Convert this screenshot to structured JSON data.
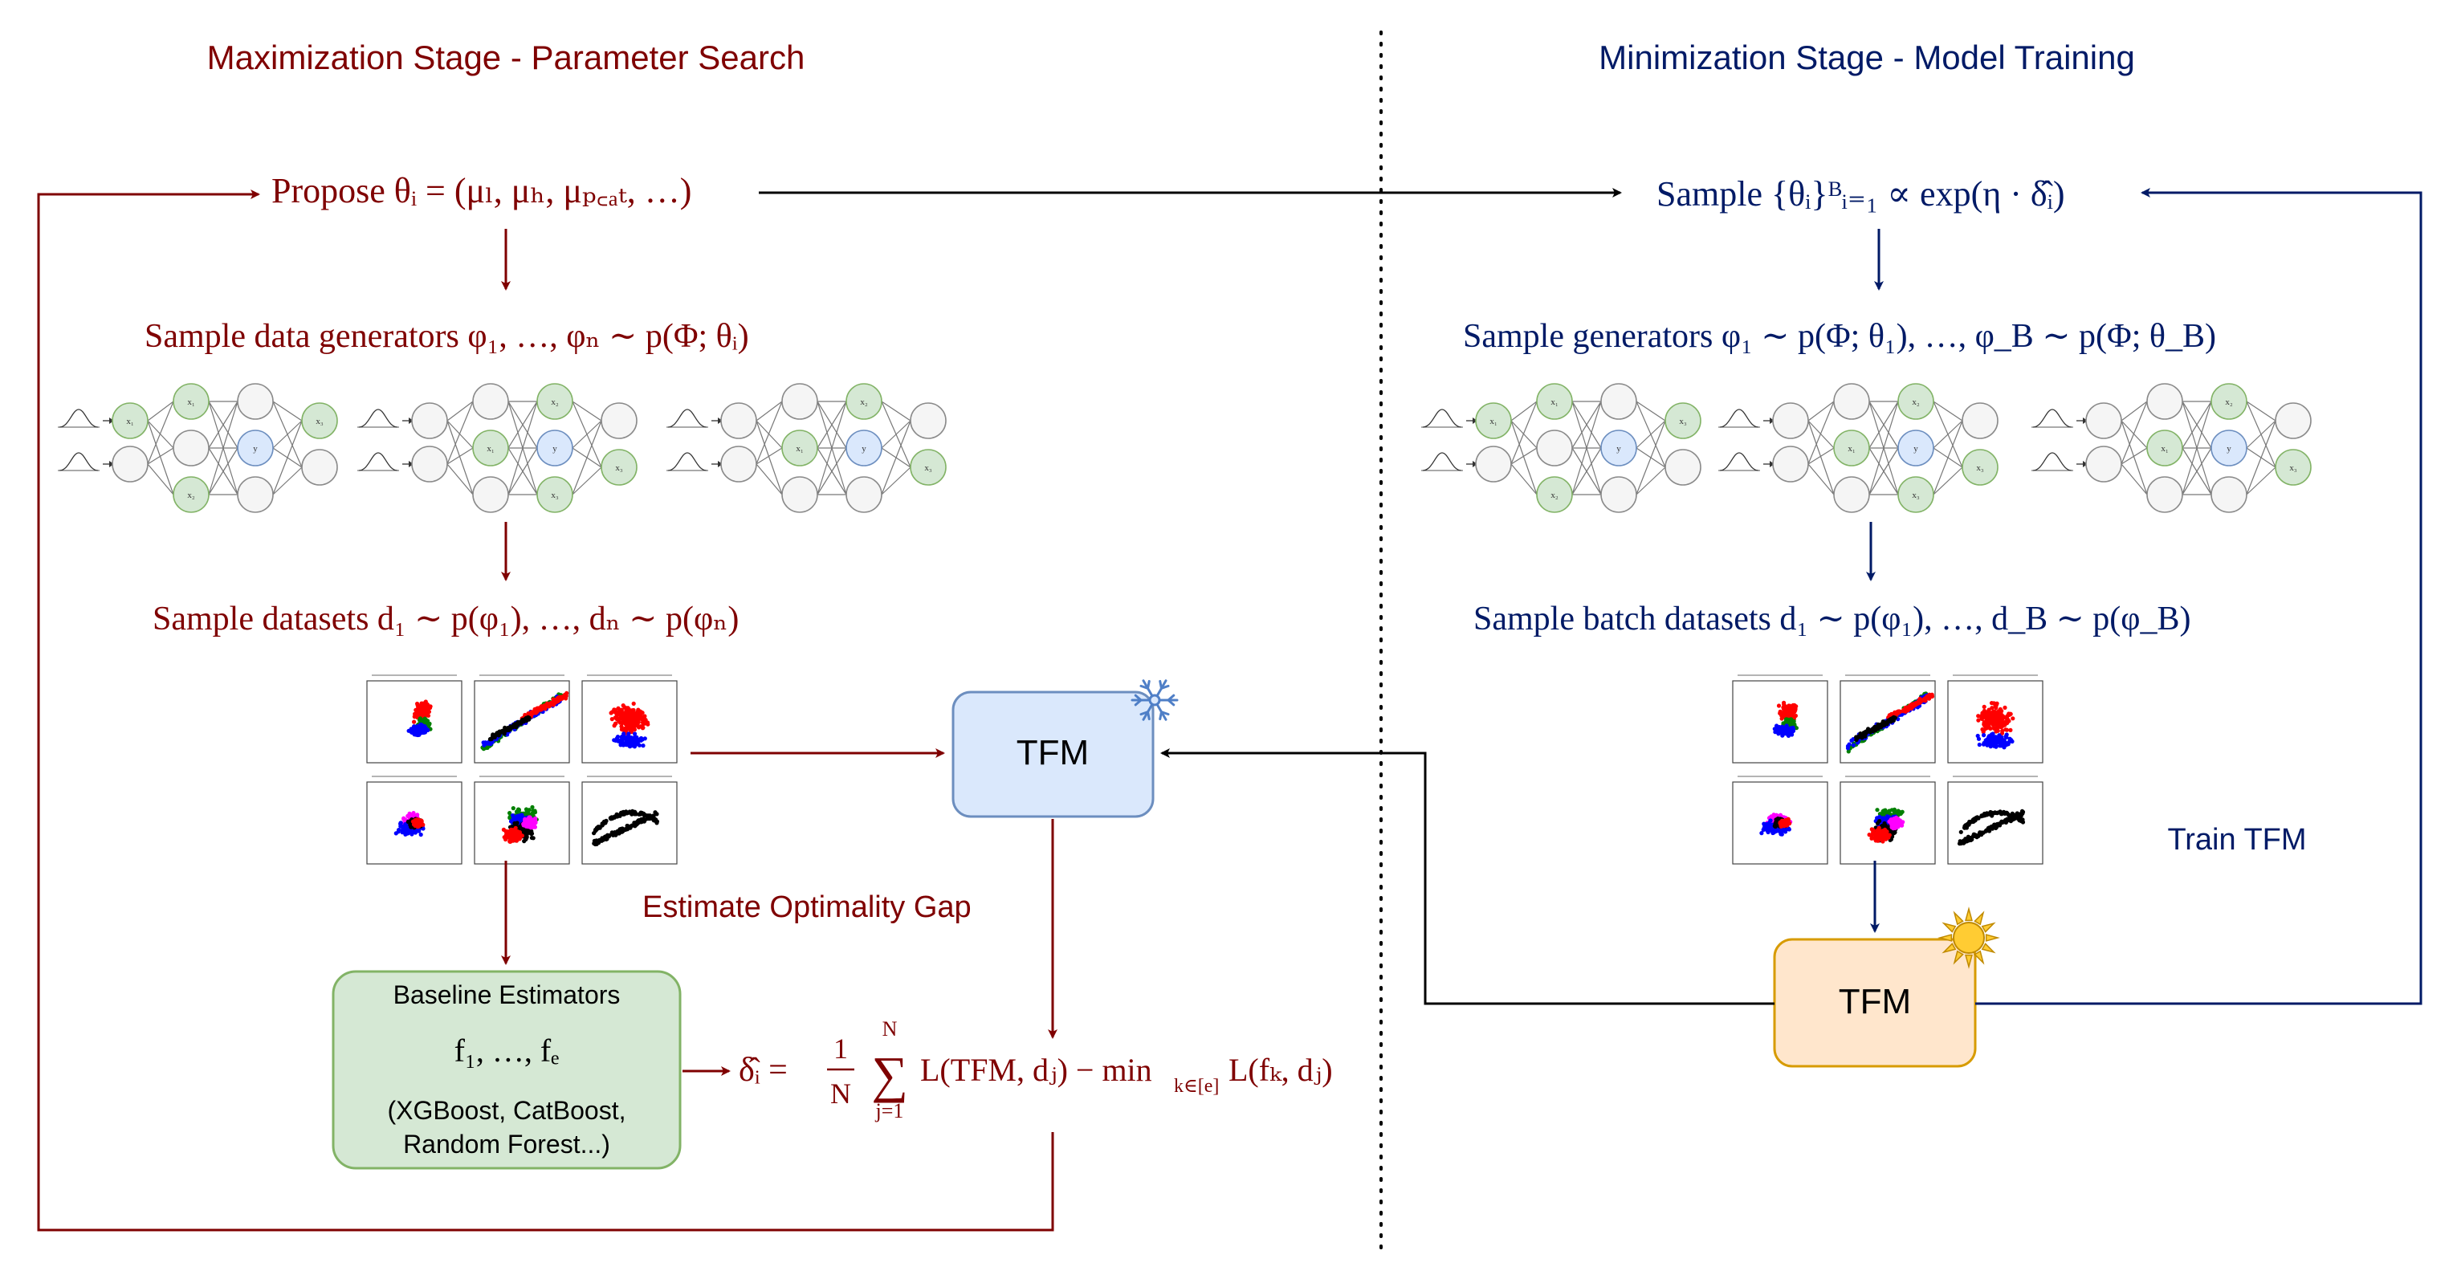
{
  "colors": {
    "left": "#7f0000",
    "right": "#001a66",
    "black": "#000000",
    "tfm_frozen_fill": "#dae8fc",
    "tfm_frozen_stroke": "#6c8ebf",
    "tfm_train_fill": "#ffe6cc",
    "tfm_train_stroke": "#d79b00",
    "baseline_fill": "#d5e8d4",
    "baseline_stroke": "#82b366",
    "node_green": "#d5e8d4",
    "node_blue": "#dae8fc",
    "node_grey": "#f5f5f5"
  },
  "headings": {
    "left": "Maximization Stage - Parameter Search",
    "right": "Minimization Stage - Model Training"
  },
  "left": {
    "propose": "Propose θᵢ = (μₗ, μₕ, μₚ꜀ₐₜ, …)",
    "sample_generators": "Sample data generators φ₁, …, φₙ ∼ p(Φ; θᵢ)",
    "sample_datasets": "Sample datasets d₁ ∼ p(φ₁), …, dₙ ∼ p(φₙ)",
    "estimate_gap": "Estimate Optimality Gap",
    "gap_formula": {
      "lhs": "δ̂ᵢ =",
      "frac_num": "1",
      "frac_den": "N",
      "sum_top": "N",
      "sum_sign": "∑",
      "sum_bottom": "j=1",
      "rhs": "L(TFM, dⱼ) − min",
      "rhs_sub": "k∈[e]",
      "rhs_tail": "L(fₖ, dⱼ)"
    }
  },
  "right": {
    "sample_thetas": "Sample {θᵢ}ᴮᵢ₌₁ ∝ exp(η · δ̂ᵢ)",
    "sample_generators": "Sample generators φ₁ ∼ p(Φ; θ₁), …, φ_B ∼ p(Φ; θ_B)",
    "sample_batch": "Sample batch datasets d₁ ∼ p(φ₁), …, d_B ∼ p(φ_B)",
    "train_label": "Train TFM"
  },
  "tfm_frozen": {
    "label": "TFM"
  },
  "tfm_train": {
    "label": "TFM"
  },
  "baseline": {
    "title": "Baseline Estimators",
    "formula": "f₁, …, fₑ",
    "line1": "(XGBoost, CatBoost,",
    "line2": "Random Forest...)"
  },
  "network_labels": {
    "x1": "x₁",
    "x2": "x₂",
    "x3": "x₃",
    "y": "y"
  },
  "scatter_palette": [
    "#ff0000",
    "#008000",
    "#0000ff",
    "#ff00ff",
    "#000000"
  ]
}
